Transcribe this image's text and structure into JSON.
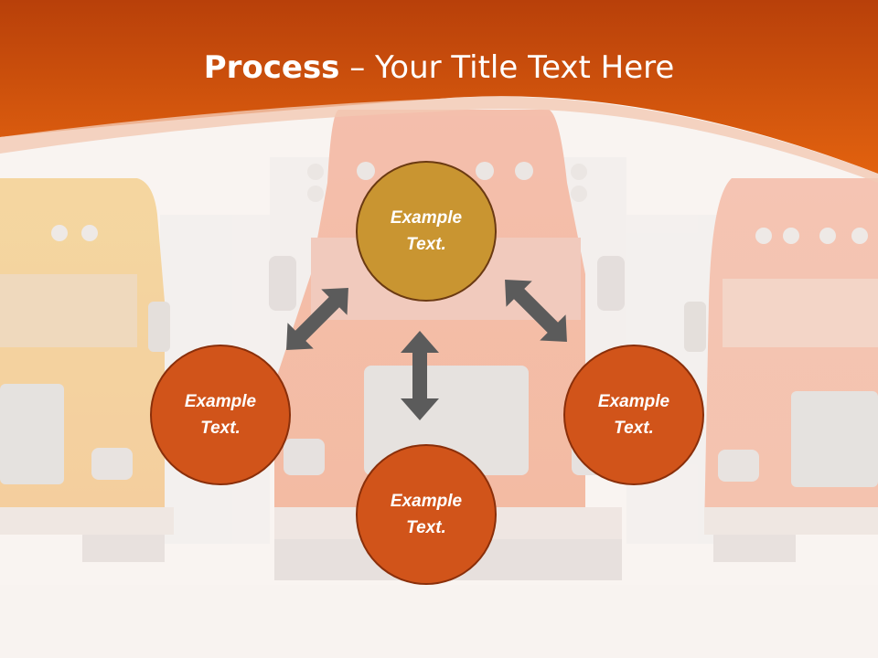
{
  "title": {
    "bold": "Process",
    "rest": " – Your Title Text Here"
  },
  "nodes": {
    "top": {
      "line1": "Example",
      "line2": "Text."
    },
    "left": {
      "line1": "Example",
      "line2": "Text."
    },
    "right": {
      "line1": "Example",
      "line2": "Text."
    },
    "bottom": {
      "line1": "Example",
      "line2": "Text."
    }
  },
  "colors": {
    "header_orange": "#d9560f",
    "gold_node": "#c99531",
    "orange_node": "#d1541a",
    "arrow": "#5b5b5b"
  }
}
